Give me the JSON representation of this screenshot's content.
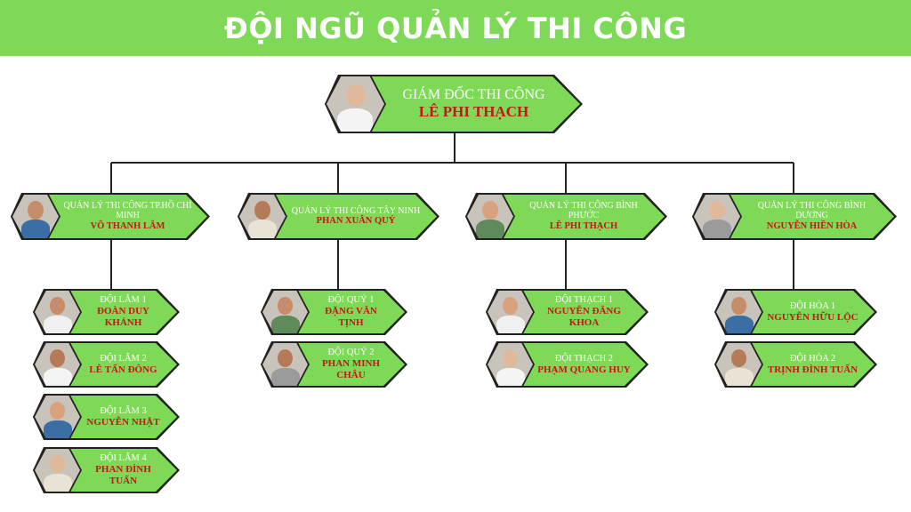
{
  "title": "ĐỘI NGŨ QUẢN LÝ THI CÔNG",
  "colors": {
    "accent": "#7ed957",
    "name_red": "#c21818",
    "outline": "#222222",
    "role_text": "#ffffff"
  },
  "director": {
    "role": "GIÁM ĐỐC THI CÔNG",
    "name": "LÊ PHI THẠCH"
  },
  "managers": [
    {
      "role": "QUẢN LÝ THI CÔNG TP.HỒ CHÍ MINH",
      "name": "VÕ THANH LÂM",
      "teams": [
        {
          "role": "ĐỘI LÂM 1",
          "name": "ĐOÀN DUY KHÁNH"
        },
        {
          "role": "ĐỘI LÂM 2",
          "name": "LÊ TẤN ĐÔNG"
        },
        {
          "role": "ĐỘI LÂM 3",
          "name": "NGUYỄN NHẬT"
        },
        {
          "role": "ĐỘI LÂM 4",
          "name": "PHAN ĐÌNH TUẤN"
        }
      ]
    },
    {
      "role": "QUẢN LÝ THI CÔNG TÂY NINH",
      "name": "PHAN XUÂN QUÝ",
      "teams": [
        {
          "role": "ĐỘI QUÝ 1",
          "name": "ĐẶNG VĂN TỊNH"
        },
        {
          "role": "ĐỘI QUÝ 2",
          "name": "PHAN MINH CHÂU"
        }
      ]
    },
    {
      "role": "QUẢN LÝ THI CÔNG BÌNH PHƯỚC",
      "name": "LÊ PHI THẠCH",
      "teams": [
        {
          "role": "ĐỘI THẠCH 1",
          "name": "NGUYỄN ĐĂNG KHOA"
        },
        {
          "role": "ĐỘI THẠCH 2",
          "name": "PHẠM QUANG HUY"
        }
      ]
    },
    {
      "role": "QUẢN LÝ THI CÔNG BÌNH DƯƠNG",
      "name": "NGUYỄN HIỀN HÒA",
      "teams": [
        {
          "role": "ĐỘI HÒA 1",
          "name": "NGUYỄN HỮU LỘC"
        },
        {
          "role": "ĐỘI HÒA 2",
          "name": "TRỊNH ĐÌNH TUẤN"
        }
      ]
    }
  ]
}
